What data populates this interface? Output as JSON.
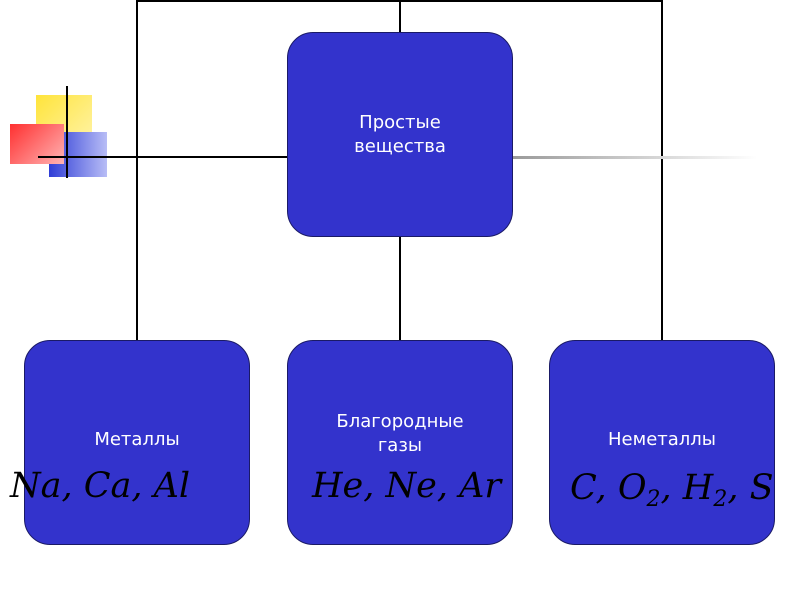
{
  "colors": {
    "node_fill": "#3333cc",
    "node_border": "#1a1a66",
    "node_text": "#ffffff",
    "connector": "#000000"
  },
  "nodes": {
    "root": {
      "line1": "Простые",
      "line2": "вещества"
    },
    "metals": {
      "label": "Металлы"
    },
    "noble": {
      "line1": "Благородные",
      "line2": "газы"
    },
    "nonmetals": {
      "label": "Неметаллы"
    }
  },
  "formulas": {
    "metals": "Na, Ca, Al",
    "noble": "He, Ne, Ar",
    "nonmetals": {
      "c": "C",
      "o": "O",
      "o_sub": "2",
      "h": "H",
      "h_sub": "2",
      "s": "S"
    }
  }
}
